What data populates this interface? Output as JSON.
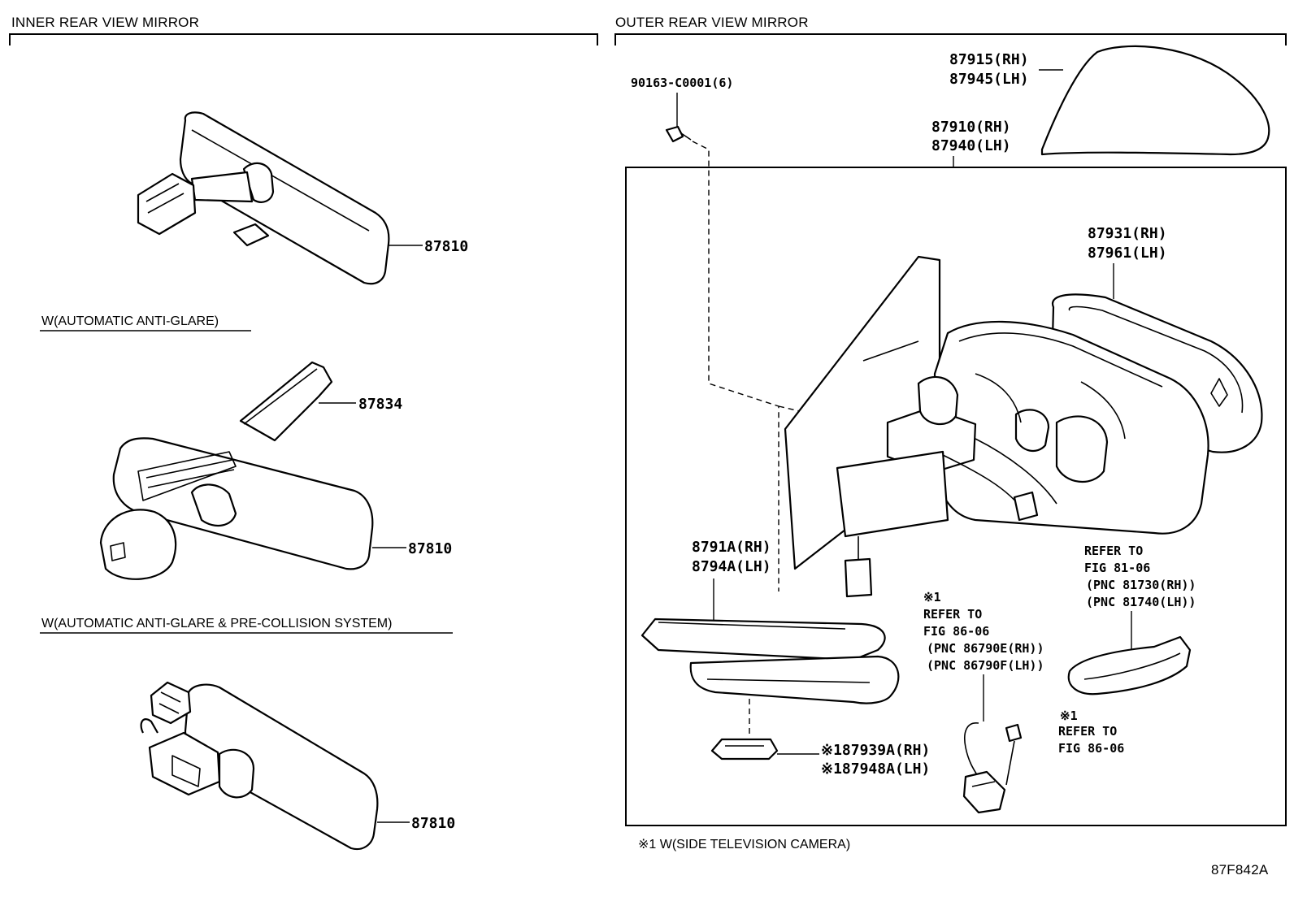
{
  "sections": {
    "inner_title": "INNER REAR VIEW MIRROR",
    "outer_title": "OUTER REAR VIEW MIRROR"
  },
  "inner": {
    "mirror1_part": "87810",
    "variant2_condition": "W(AUTOMATIC ANTI-GLARE)",
    "cover_part": "87834",
    "mirror2_part": "87810",
    "variant3_condition": "W(AUTOMATIC ANTI-GLARE & PRE-COLLISION SYSTEM)",
    "mirror3_part": "87810"
  },
  "outer": {
    "screw_part": "90163-C0001(6)",
    "cover_rh": "87915(RH)",
    "cover_lh": "87945(LH)",
    "assy_rh": "87910(RH)",
    "assy_lh": "87940(LH)",
    "glass_rh": "87931(RH)",
    "glass_lh": "87961(LH)",
    "lower_cover_rh": "8791A(RH)",
    "lower_cover_lh": "8794A(LH)",
    "camera_note_mark": "※1",
    "camera_note_refer": "REFER TO",
    "camera_note_fig": "FIG 86-06",
    "camera_note_pnc_rh": "(PNC 86790E(RH))",
    "camera_note_pnc_lh": "(PNC 86790F(LH))",
    "turn_refer": "REFER TO",
    "turn_fig": "FIG 81-06",
    "turn_pnc_rh": "(PNC 81730(RH))",
    "turn_pnc_lh": "(PNC 81740(LH))",
    "screw_note_mark": "※1",
    "screw_note_refer": "REFER TO",
    "screw_note_fig": "FIG 86-06",
    "bracket_rh": "※187939A(RH)",
    "bracket_lh": "※187948A(LH)",
    "footnote": "※1 W(SIDE TELEVISION CAMERA)"
  },
  "figure_id": "87F842A"
}
